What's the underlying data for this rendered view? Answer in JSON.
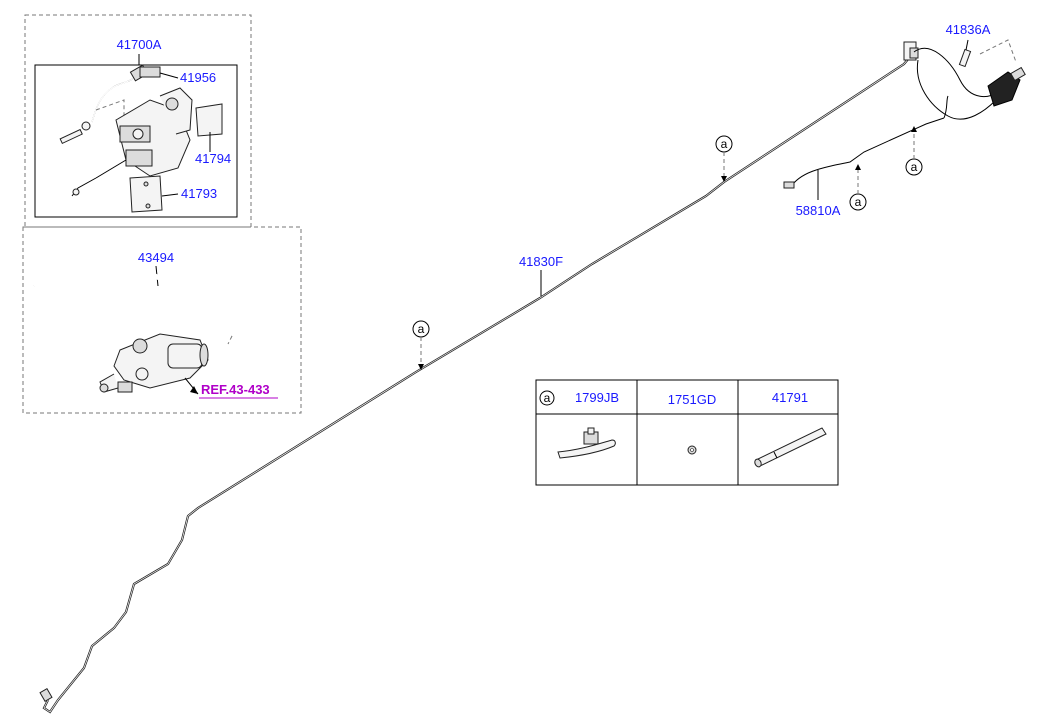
{
  "parts": {
    "p41700A": "41700A",
    "p41956": "41956",
    "p41794": "41794",
    "p41793": "41793",
    "p43494": "43494",
    "p41830F": "41830F",
    "p41836A": "41836A",
    "p58810A": "58810A"
  },
  "reference": "REF.43-433",
  "callout_letter": "a",
  "table": {
    "key_letter": "a",
    "headers": [
      "1799JB",
      "1751GD",
      "41791"
    ]
  }
}
